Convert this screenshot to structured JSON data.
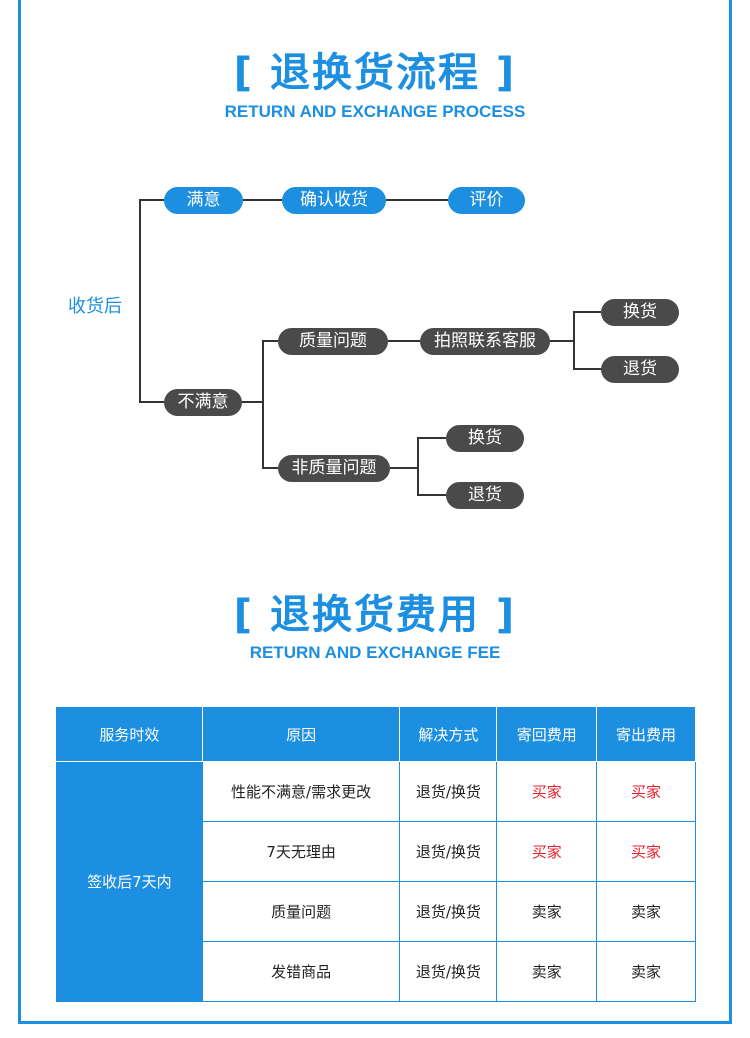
{
  "process": {
    "title": "[ 退换货流程 ]",
    "subtitle": "RETURN AND EXCHANGE PROCESS",
    "root": "收货后",
    "satisfied": "满意",
    "confirm": "确认收货",
    "review": "评价",
    "unsatisfied": "不满意",
    "quality": "质量问题",
    "photo_contact": "拍照联系客服",
    "exchange": "换货",
    "return": "退货",
    "non_quality": "非质量问题"
  },
  "fee": {
    "title": "[ 退换货费用 ]",
    "subtitle": "RETURN AND EXCHANGE FEE",
    "headers": [
      "服务时效",
      "原因",
      "解决方式",
      "寄回费用",
      "寄出费用"
    ],
    "service": "签收后7天内",
    "rows": [
      {
        "reason": "性能不满意/需求更改",
        "method": "退货/换货",
        "return_fee": "买家",
        "send_fee": "买家",
        "highlight": true
      },
      {
        "reason": "7天无理由",
        "method": "退货/换货",
        "return_fee": "买家",
        "send_fee": "买家",
        "highlight": true
      },
      {
        "reason": "质量问题",
        "method": "退货/换货",
        "return_fee": "卖家",
        "send_fee": "卖家",
        "highlight": false
      },
      {
        "reason": "发错商品",
        "method": "退货/换货",
        "return_fee": "卖家",
        "send_fee": "卖家",
        "highlight": false
      }
    ],
    "colors": {
      "accent": "#1d8fe0",
      "buyer": "#e8202b"
    }
  }
}
